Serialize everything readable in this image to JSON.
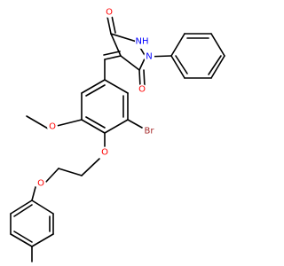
{
  "molecule": {
    "atoms": {
      "o_top": {
        "text": "O",
        "color": "#ff0000"
      },
      "nh": {
        "text": "NH",
        "color": "#0000ff"
      },
      "n": {
        "text": "N",
        "color": "#0000ff"
      },
      "o_right": {
        "text": "O",
        "color": "#ff0000"
      },
      "o_methoxy": {
        "text": "O",
        "color": "#ff0000"
      },
      "br": {
        "text": "Br",
        "color": "#a52a2a"
      },
      "o_ether1": {
        "text": "O",
        "color": "#ff0000"
      },
      "o_ether2": {
        "text": "O",
        "color": "#ff0000"
      }
    }
  }
}
